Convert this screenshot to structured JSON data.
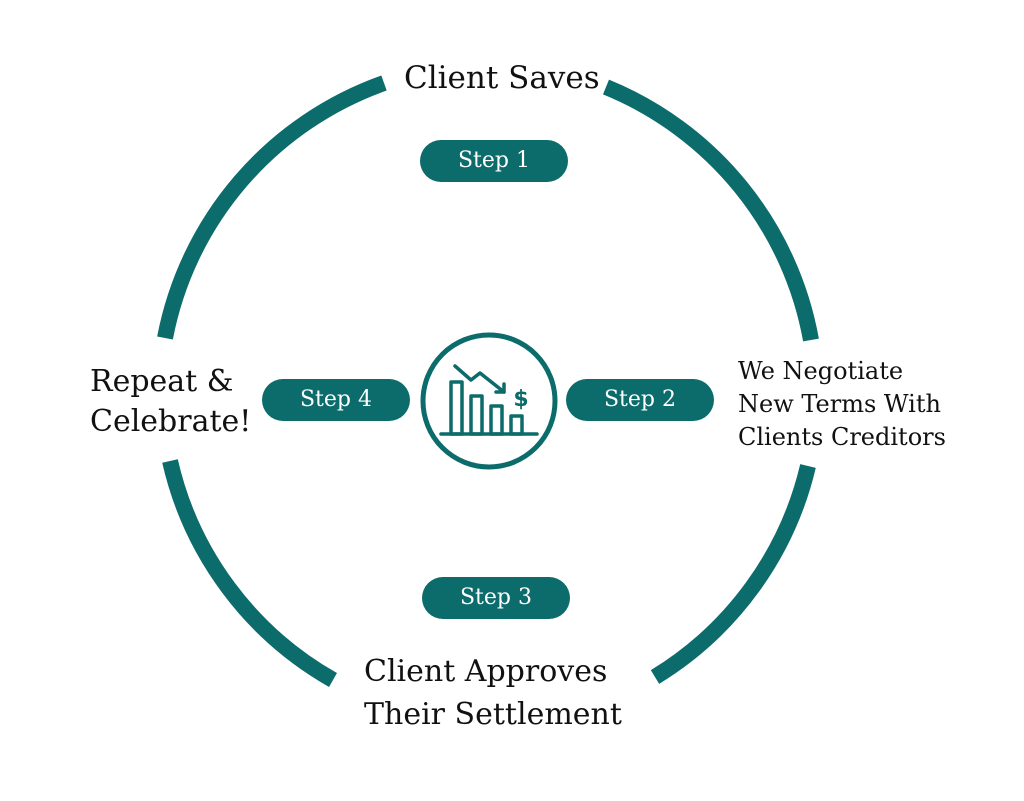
{
  "colors": {
    "accent": "#0c6b6b",
    "text": "#111111",
    "pill_text": "#ffffff",
    "background": "#ffffff"
  },
  "center_icon": "chart-decline-dollar-icon",
  "stages": {
    "top": [
      "Client Saves"
    ],
    "right": [
      "We Negotiate",
      "New Terms With",
      "Clients Creditors"
    ],
    "bottom": [
      "Client Approves",
      "Their Settlement"
    ],
    "left": [
      "Repeat &",
      "Celebrate!"
    ]
  },
  "steps": {
    "step1": "Step 1",
    "step2": "Step 2",
    "step3": "Step 3",
    "step4": "Step 4"
  },
  "icon_dollar": "$"
}
